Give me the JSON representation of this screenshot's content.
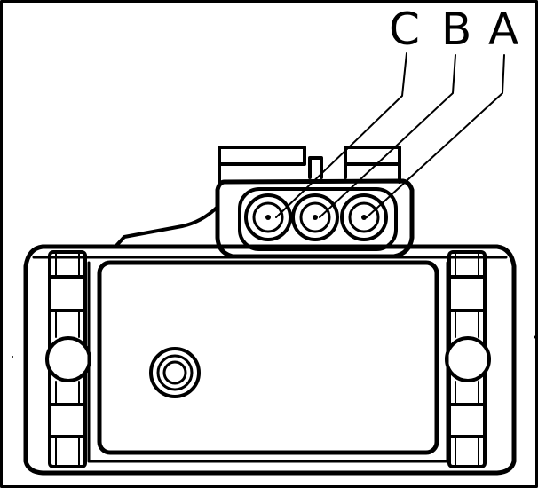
{
  "diagram": {
    "pin_labels": {
      "c": "C",
      "b": "B",
      "a": "A"
    },
    "colors": {
      "ink": "#000000",
      "paper": "#ffffff"
    }
  }
}
